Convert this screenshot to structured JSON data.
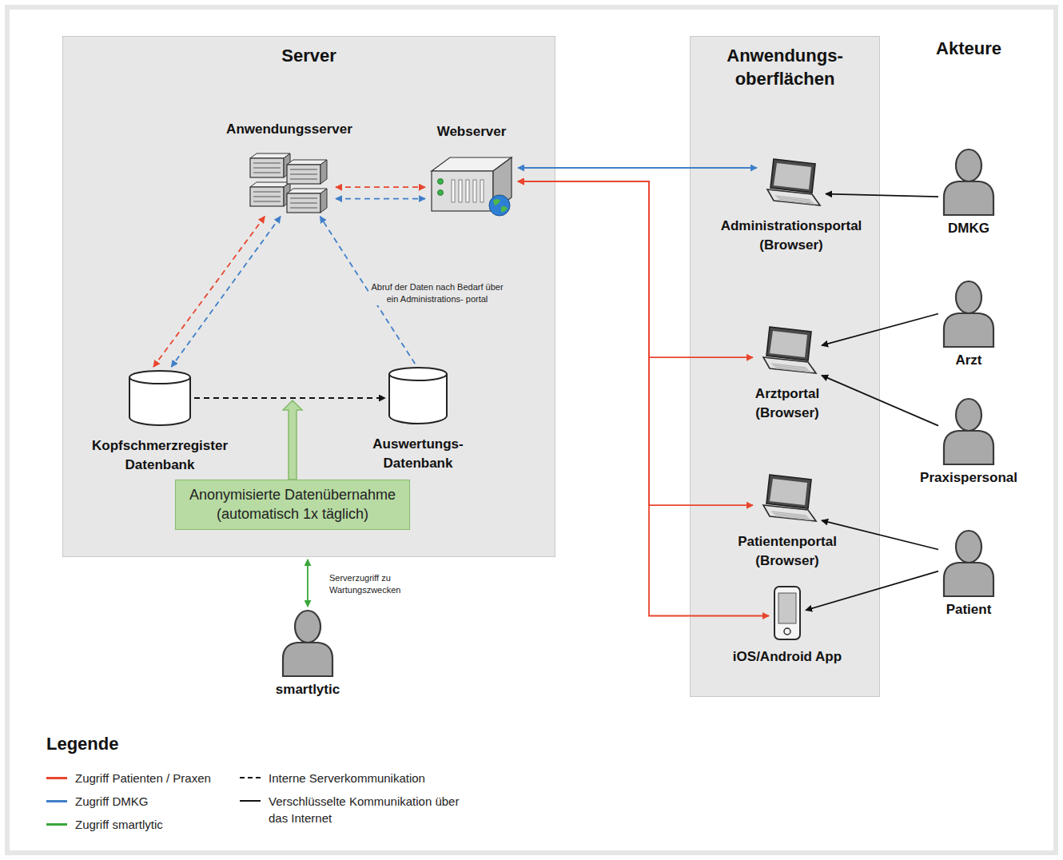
{
  "diagram": {
    "nodes": [
      {
        "text": [
          "Server"
        ]
      },
      {
        "text": [
          "Anwendungsserver"
        ],
        "in": 0
      },
      {
        "text": [
          "Webserver"
        ],
        "in": 0
      },
      {
        "text": [
          "Kopfschmerzregister Datenbank"
        ],
        "in": 0
      },
      {
        "text": [
          "Auswertungs- Datenbank"
        ],
        "in": 0
      },
      {
        "text": [
          "Anonymisierte Datenübernahme (automatisch 1x täglich)"
        ],
        "in": 0
      },
      {
        "text": [
          "Anwendungs- oberflächen"
        ]
      },
      {
        "text": [
          "Administrationsportal (Browser)"
        ],
        "in": 6
      },
      {
        "text": [
          "Arztportal (Browser)"
        ],
        "in": 6
      },
      {
        "text": [
          "Patientenportal (Browser)"
        ],
        "in": 6
      },
      {
        "text": [
          "iOS/Android App"
        ],
        "in": 6
      },
      {
        "text": [
          "DMKG"
        ]
      },
      {
        "text": [
          "Arzt"
        ]
      },
      {
        "text": [
          "Praxispersonal"
        ]
      },
      {
        "text": [
          "Patient"
        ]
      },
      {
        "text": [
          "smartlytic"
        ]
      }
    ],
    "edges": [
      {
        "from": 1,
        "to": 2,
        "arrow": "both"
      },
      {
        "from": 1,
        "to": 2,
        "arrow": "both"
      },
      {
        "from": 1,
        "to": 3,
        "arrow": "both"
      },
      {
        "from": 1,
        "to": 3,
        "arrow": "both"
      },
      {
        "from": 4,
        "to": 1,
        "label": "Abruf der Daten nach Bedarf über ein Administrations- portal",
        "arrow": "to"
      },
      {
        "from": 3,
        "to": 4,
        "arrow": "to"
      },
      {
        "from": 2,
        "to": 7,
        "arrow": "both"
      },
      {
        "from": 2,
        "to": 8,
        "arrow": "both"
      },
      {
        "from": 2,
        "to": 9,
        "arrow": "both"
      },
      {
        "from": 2,
        "to": 10,
        "arrow": "both"
      },
      {
        "from": 11,
        "to": 7,
        "arrow": "to"
      },
      {
        "from": 12,
        "to": 8,
        "arrow": "to"
      },
      {
        "from": 13,
        "to": 8,
        "arrow": "to"
      },
      {
        "from": 14,
        "to": 9,
        "arrow": "to"
      },
      {
        "from": 14,
        "to": 10,
        "arrow": "to"
      },
      {
        "from": 15,
        "to": 0,
        "label": "Serverzugriff zu Wartungszwecken",
        "arrow": "both"
      }
    ],
    "labels": [
      "Akteure",
      "Legende"
    ],
    "legend": [
      {
        "text": "Zugriff Patienten / Praxen",
        "color": "#e8462e"
      },
      {
        "text": "Interne Serverkommunikation"
      },
      {
        "text": "Zugriff DMKG",
        "color": "#3f7fc9"
      },
      {
        "text": "Verschlüsselte Kommunikation über das Internet"
      },
      {
        "text": "Zugriff smartlytic",
        "color": "#3aa53a"
      }
    ]
  }
}
